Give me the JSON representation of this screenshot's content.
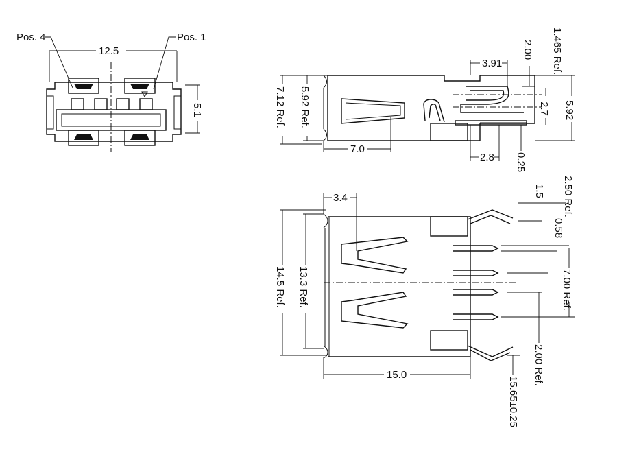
{
  "front_view": {
    "pos4": "Pos. 4",
    "pos1": "Pos. 1",
    "width": "12.5",
    "height": "5.1"
  },
  "side_view": {
    "dim_3_91": "3.91",
    "dim_2_00": "2.00",
    "dim_1_465": "1.465 Ref.",
    "dim_7_12": "7.12 Ref.",
    "dim_5_92_ref": "5.92 Ref.",
    "dim_2_7": "2.7",
    "dim_5_92": "5.92",
    "dim_7_0": "7.0",
    "dim_2_8": "2.8",
    "dim_0_25": "0.25"
  },
  "top_view": {
    "dim_3_4": "3.4",
    "dim_1_5": "1.5",
    "dim_2_50": "2.50 Ref.",
    "dim_0_58": "0.58",
    "dim_14_5": "14.5 Ref.",
    "dim_13_3": "13.3 Ref.",
    "dim_7_00": "7.00 Ref.",
    "dim_15_0": "15.0",
    "dim_2_00": "2.00 Ref.",
    "dim_15_65": "15.65±0.25"
  }
}
